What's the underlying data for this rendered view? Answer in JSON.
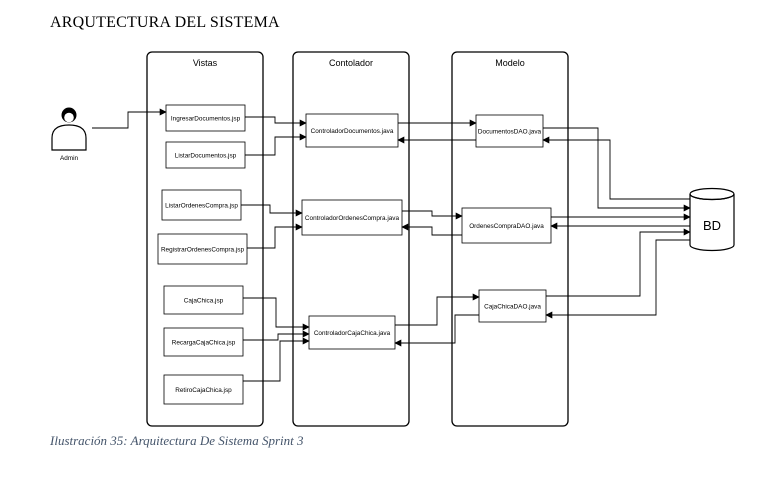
{
  "header": {
    "title": "ARQUTECTURA DEL SISTEMA"
  },
  "caption": "Ilustración 35: Arquitectura De Sistema Sprint 3",
  "diagram": {
    "actor": "Admin",
    "database": "BD",
    "columns": {
      "vistas": "Vistas",
      "controlador": "Contolador",
      "modelo": "Modelo"
    },
    "vistas": [
      "IngresarDocumentos.jsp",
      "ListarDocumentos.jsp",
      "ListarOrdenesCompra.jsp",
      "RegistrarOrdenesCompra.jsp",
      "CajaChica.jsp",
      "RecargaCajaChica.jsp",
      "RetiroCajaChica.jsp"
    ],
    "controladores": [
      "ControladorDocumentos.java",
      "ControladorOrdenesCompra.java",
      "ControladorCajaChica.java"
    ],
    "modelos": [
      "DocumentosDAO.java",
      "OrdenesCompraDAO.java",
      "CajaChicaDAO.java"
    ]
  }
}
